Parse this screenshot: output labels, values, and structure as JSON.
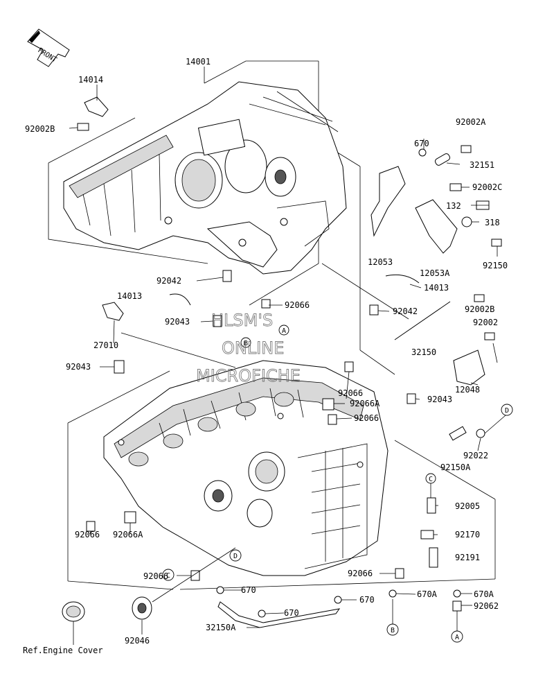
{
  "front_label": "FRONT",
  "footer_note": "Ref.Engine Cover",
  "watermark": [
    "HLSM'S",
    "ONLINE",
    "MICROFICHE"
  ],
  "parts": {
    "p14001": "14001",
    "p14014": "14014",
    "p92002B_top": "92002B",
    "p92002A": "92002A",
    "p670_top": "670",
    "p32151": "32151",
    "p92002C": "92002C",
    "p132": "132",
    "p318": "318",
    "p12053": "12053",
    "p12053A": "12053A",
    "p92150": "92150",
    "p92042_left": "92042",
    "p14013_right": "14013",
    "p14013_left": "14013",
    "p92066_center": "92066",
    "p92042_right": "92042",
    "p92002B_right": "92002B",
    "p92043_center": "92043",
    "p92002": "92002",
    "p27010": "27010",
    "p32150": "32150",
    "p92043_left": "92043",
    "p92066_r1": "92066",
    "p92066A_r": "92066A",
    "p92066_r2": "92066",
    "p92043_right": "92043",
    "p12048": "12048",
    "p92022": "92022",
    "p92150A": "92150A",
    "p92005": "92005",
    "p92170": "92170",
    "p92191": "92191",
    "p92066_bl": "92066",
    "p92066A_bl": "92066A",
    "p92066_bc": "92066",
    "p92066_br": "92066",
    "p670_b1": "670",
    "p670_b2": "670",
    "p670_b3": "670",
    "p670A_1": "670A",
    "p670A_2": "670A",
    "p92062": "92062",
    "p32150A": "32150A",
    "p92046": "92046"
  },
  "callouts": {
    "A": "A",
    "B": "B",
    "C": "C",
    "D": "D"
  }
}
